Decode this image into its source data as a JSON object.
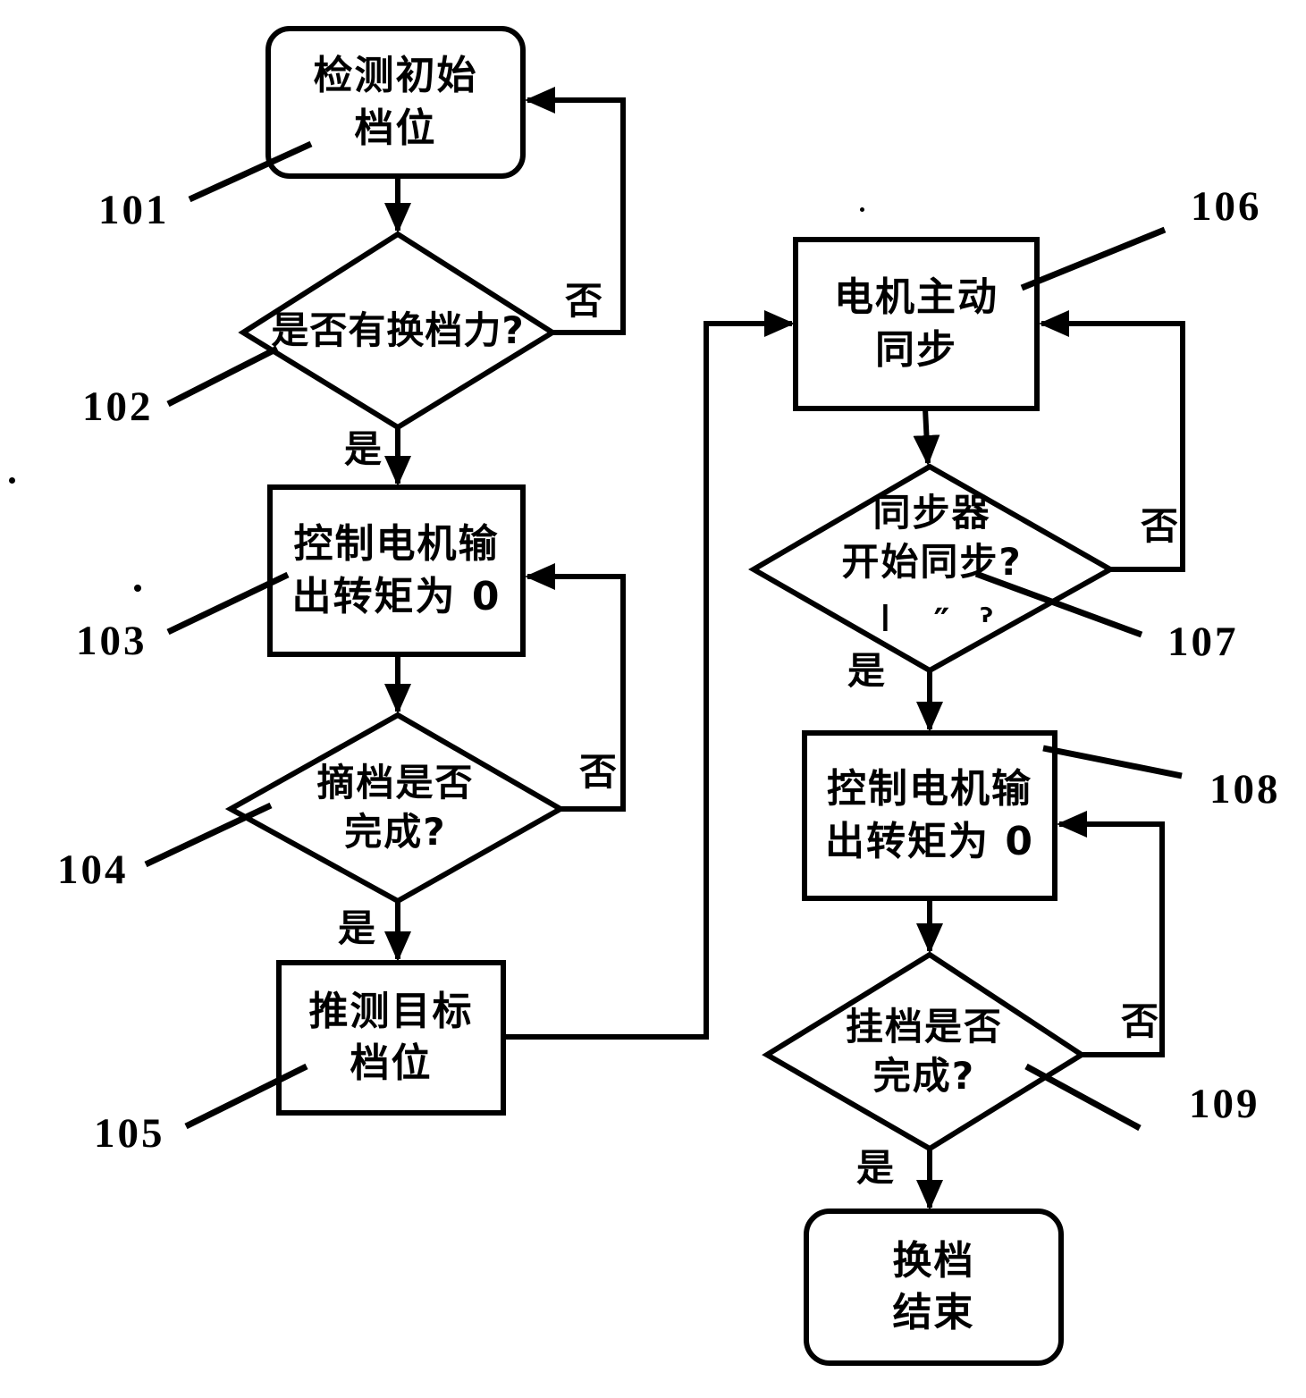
{
  "figure": {
    "background": "#ffffff",
    "ink_color": "#000000",
    "type": "flowchart"
  },
  "nodes": {
    "n101": {
      "shape": "rounded-rect",
      "text": "检测初始\n档位"
    },
    "n102": {
      "shape": "diamond",
      "text": "是否有换档力?"
    },
    "n103": {
      "shape": "rect",
      "text": "控制电机输\n出转矩为 0"
    },
    "n104": {
      "shape": "diamond",
      "text": "摘档是否\n完成?"
    },
    "n105": {
      "shape": "rect",
      "text": "推测目标\n档位"
    },
    "n106": {
      "shape": "rect",
      "text": "电机主动\n同步"
    },
    "n107": {
      "shape": "diamond",
      "text": "同步器\n开始同步?",
      "artifact": "丄 ″ ˀ"
    },
    "n108": {
      "shape": "rect",
      "text": "控制电机输\n出转矩为 0"
    },
    "n109": {
      "shape": "diamond",
      "text": "挂档是否\n完成?"
    },
    "end": {
      "shape": "rounded-rect",
      "text": "换档\n结束"
    }
  },
  "refs": {
    "r101": "101",
    "r102": "102",
    "r103": "103",
    "r104": "104",
    "r105": "105",
    "r106": "106",
    "r107": "107",
    "r108": "108",
    "r109": "109"
  },
  "labels": {
    "yes": "是",
    "no": "否"
  }
}
